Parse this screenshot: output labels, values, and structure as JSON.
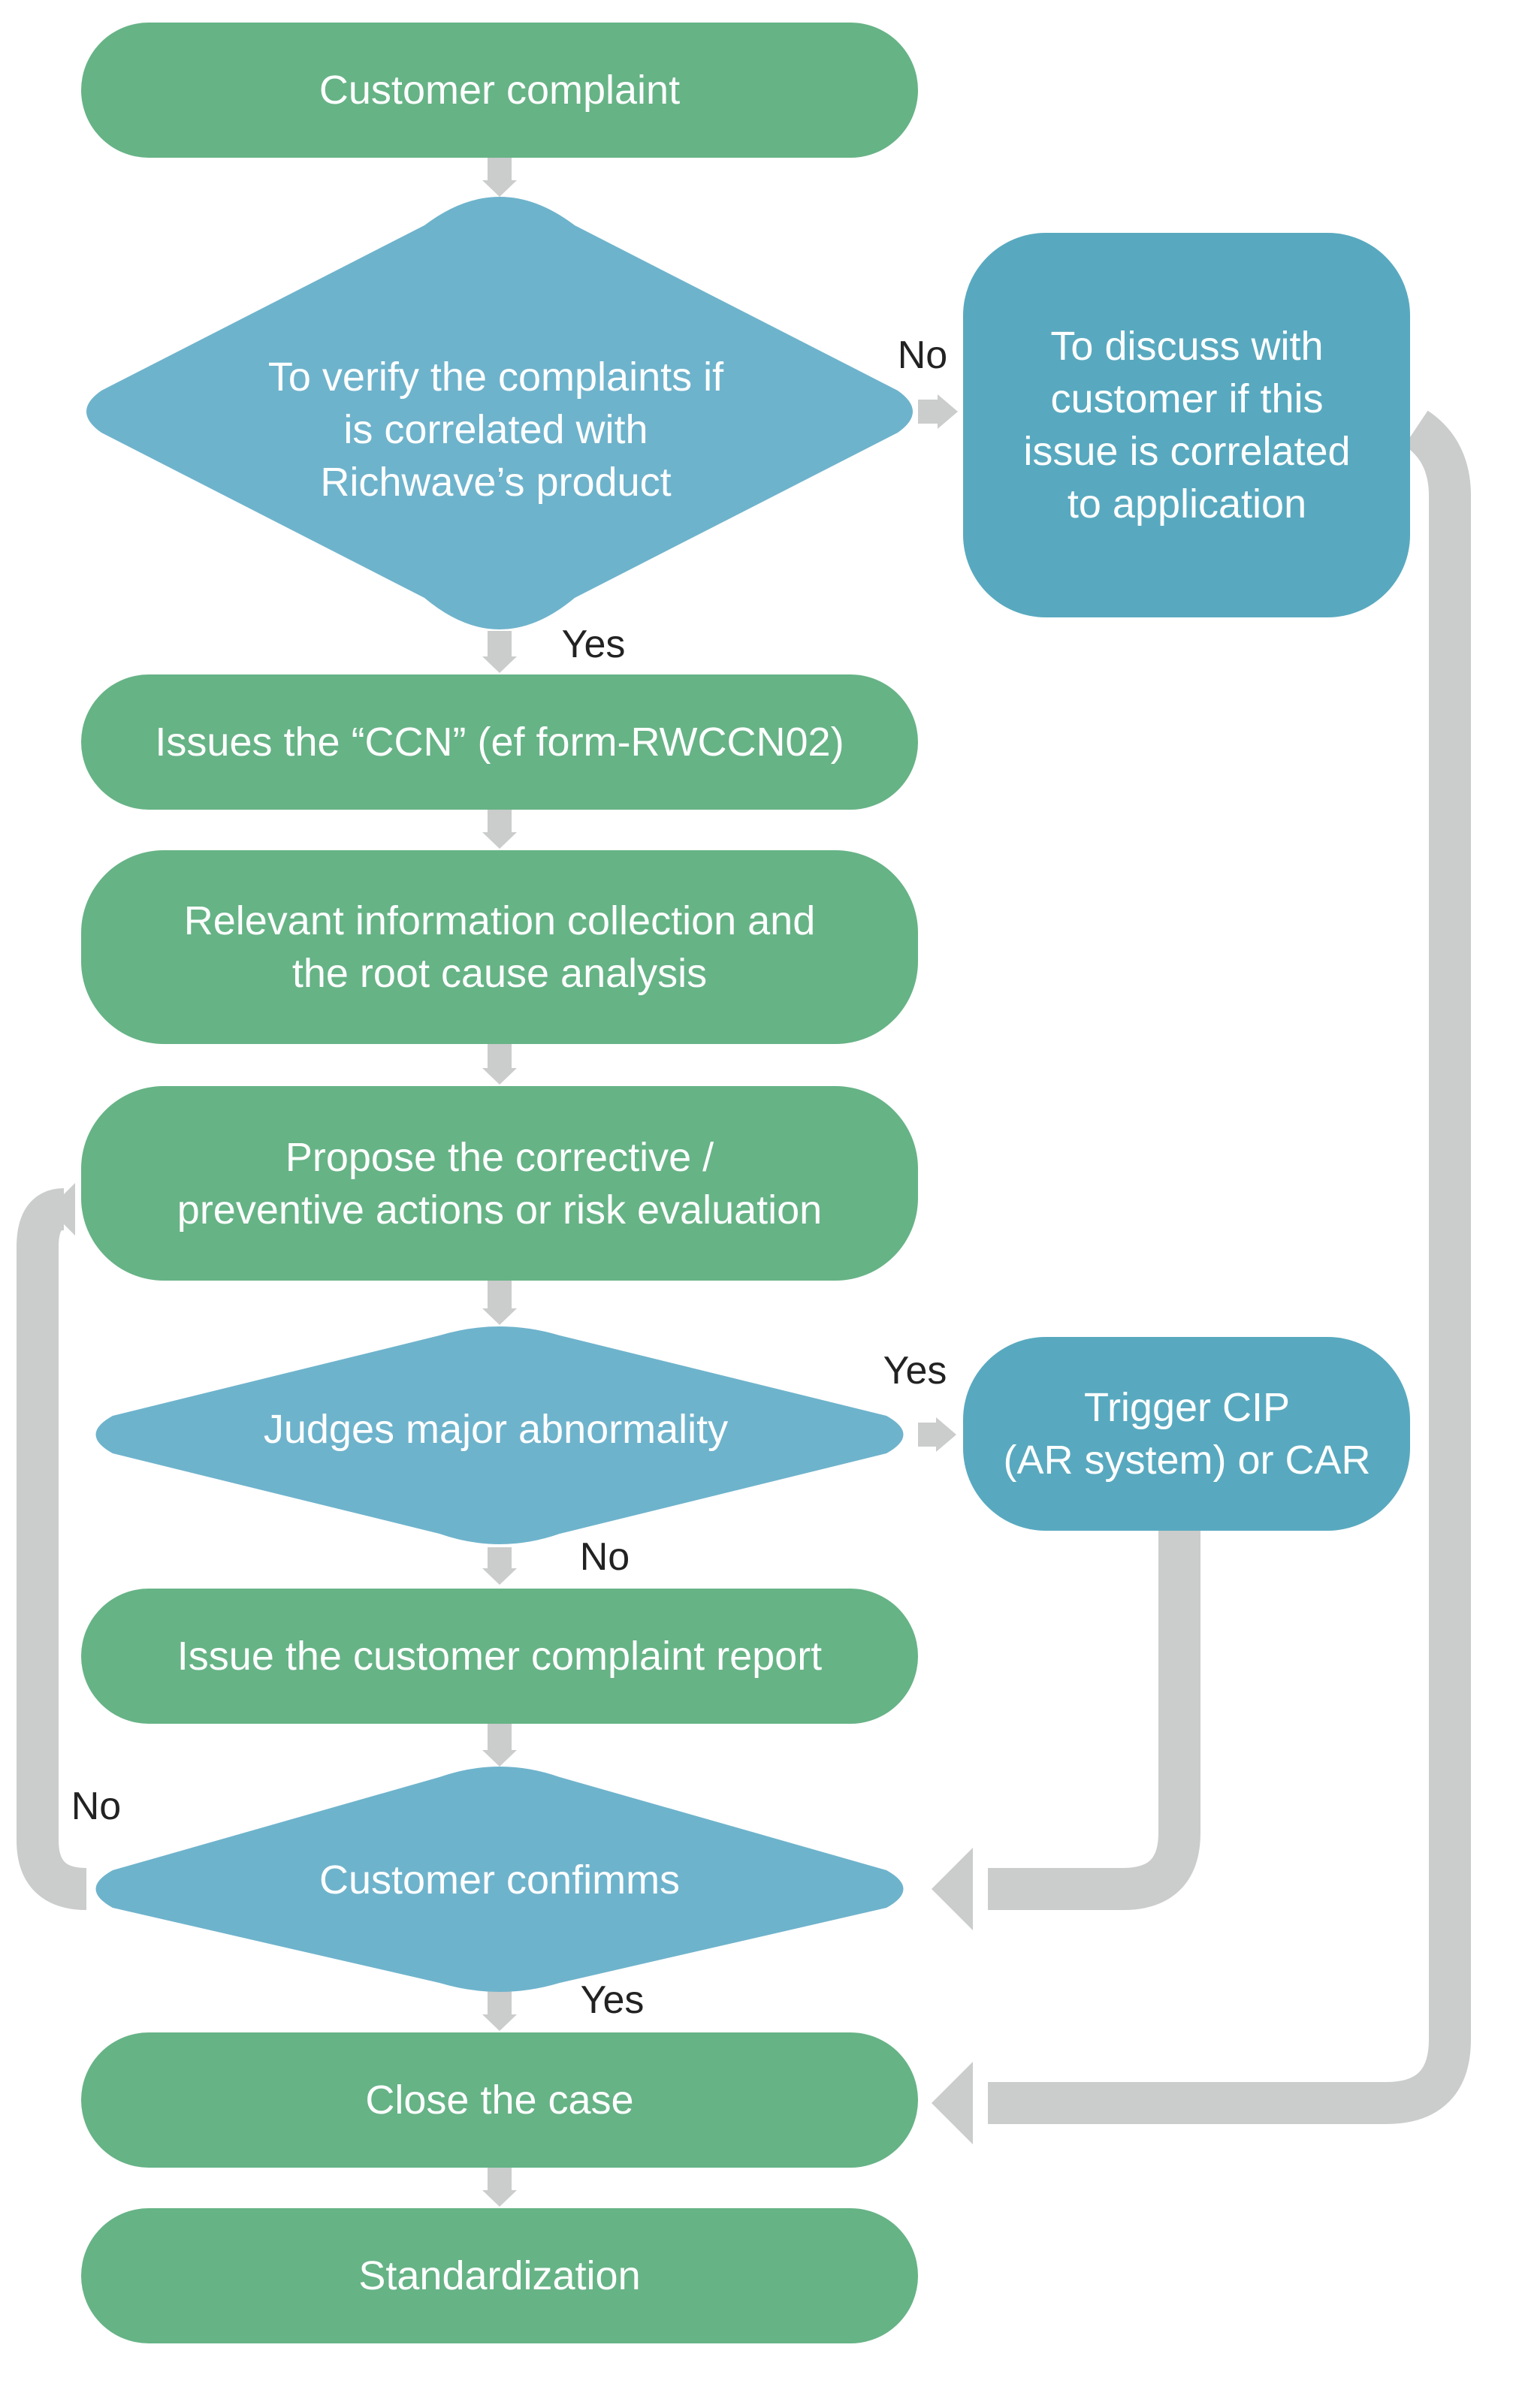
{
  "colors": {
    "process": "#66b386",
    "decision": "#6eb3cc",
    "side_box": "#58a9bf",
    "connector": "#cbcccc",
    "text": "#ffffff",
    "label": "#222222"
  },
  "nodes": {
    "customer_complaint": [
      "Customer complaint"
    ],
    "verify_decision": [
      "To verify the complaints if",
      "is correlated with",
      "Richwave’s product"
    ],
    "discuss_customer": [
      "To discuss with",
      "customer if this",
      "issue is correlated",
      "to application"
    ],
    "issue_ccn": [
      "Issues the “CCN” (ef form-RWCCN02)"
    ],
    "info_collection": [
      "Relevant information collection and",
      "the root cause analysis"
    ],
    "propose_actions": [
      "Propose the corrective /",
      "preventive actions or risk evaluation"
    ],
    "judge_abnormality": [
      "Judges major abnormality"
    ],
    "trigger_cip": [
      "Trigger CIP",
      "(AR system) or CAR"
    ],
    "issue_report": [
      "Issue the customer complaint report"
    ],
    "customer_confirms": [
      "Customer confimms"
    ],
    "close_case": [
      "Close the case"
    ],
    "standardization": [
      "Standardization"
    ]
  },
  "labels": {
    "verify_no": "No",
    "verify_yes": "Yes",
    "judge_yes": "Yes",
    "judge_no": "No",
    "confirm_no": "No",
    "confirm_yes": "Yes"
  }
}
